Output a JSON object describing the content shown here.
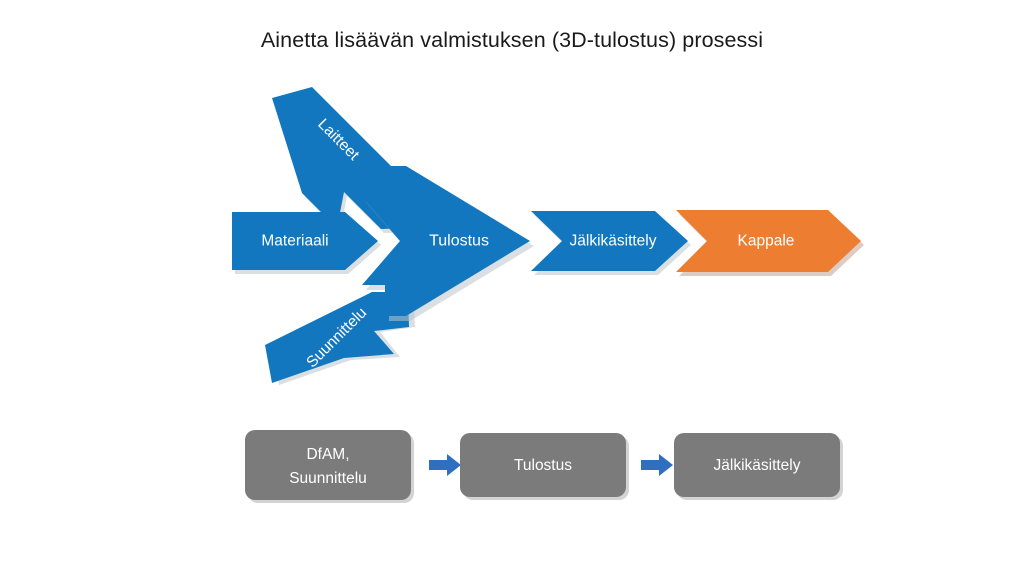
{
  "slide": {
    "title": "Ainetta lisäävän valmistuksen (3D-tulostus) prosessi",
    "background_color": "#ffffff"
  },
  "colors": {
    "blue": "#1277BE",
    "blue_shadow": "#b9c4cc",
    "orange": "#ED7D31",
    "orange_shadow": "#c0a391",
    "gray": "#7B7B7B",
    "gray_shadow": "#a8a8a8",
    "connector_blue": "#2E6FC0",
    "title_text": "#1a1a1a",
    "label_text": "#ffffff"
  },
  "process_flow": {
    "inputs": [
      {
        "id": "laitteet",
        "label": "Laitteet",
        "color": "#1277BE",
        "direction": "down-right"
      },
      {
        "id": "materiaali",
        "label": "Materiaali",
        "color": "#1277BE",
        "direction": "right"
      },
      {
        "id": "suunnittelu",
        "label": "Suunnittelu",
        "color": "#1277BE",
        "direction": "up-right"
      }
    ],
    "stages": [
      {
        "id": "tulostus",
        "label": "Tulostus",
        "color": "#1277BE",
        "emphasis": "large"
      },
      {
        "id": "jalkikasittely",
        "label": "Jälkikäsittely",
        "color": "#1277BE",
        "emphasis": "normal"
      },
      {
        "id": "kappale",
        "label": "Kappale",
        "color": "#ED7D31",
        "emphasis": "normal"
      }
    ]
  },
  "bottom_flow": {
    "steps": [
      {
        "id": "dfam",
        "lines": [
          "DfAM,",
          "Suunnittelu"
        ],
        "color": "#7B7B7B"
      },
      {
        "id": "tulostus",
        "lines": [
          "Tulostus"
        ],
        "color": "#7B7B7B"
      },
      {
        "id": "jalkikasittely",
        "lines": [
          "Jälkikäsittely"
        ],
        "color": "#7B7B7B"
      }
    ],
    "connectors": [
      {
        "id": "connector-1",
        "icon": "right-arrow-icon",
        "color": "#2E6FC0"
      },
      {
        "id": "connector-2",
        "icon": "right-arrow-icon",
        "color": "#2E6FC0"
      }
    ]
  }
}
